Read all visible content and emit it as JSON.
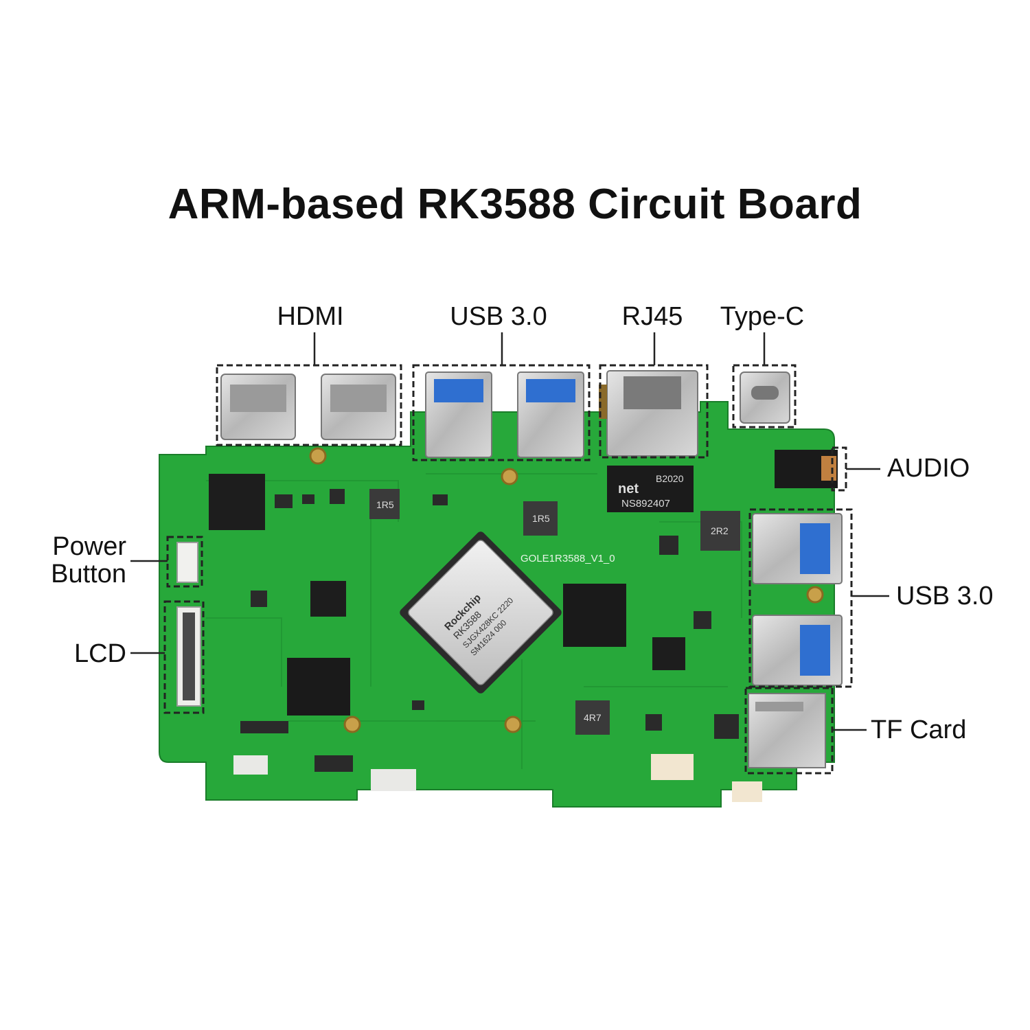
{
  "title": "ARM-based RK3588 Circuit Board",
  "labels": {
    "hdmi": "HDMI",
    "usb_top": "USB 3.0",
    "rj45": "RJ45",
    "typec": "Type-C",
    "audio": "AUDIO",
    "usb_right": "USB 3.0",
    "tf_card": "TF  Card",
    "power_line1": "Power",
    "power_line2": "Button",
    "lcd": "LCD"
  },
  "board": {
    "soc_brand": "Rockchip",
    "soc_model": "RK3588",
    "soc_code1": "SJGX428KC 2220",
    "soc_code2": "SM1624 000",
    "board_name": "GOLE1R3588_V1_0",
    "inductor1": "1R5",
    "inductor2": "1R5",
    "inductor3": "2R2",
    "inductor4": "4R7",
    "magjack_line1": "B2020",
    "magjack_line2": "net",
    "magjack_line3": "NS892407"
  },
  "colors": {
    "pcb": "#27a83a",
    "pcb_dark": "#1d8c2e",
    "metal": "#c9c9c9"
  }
}
